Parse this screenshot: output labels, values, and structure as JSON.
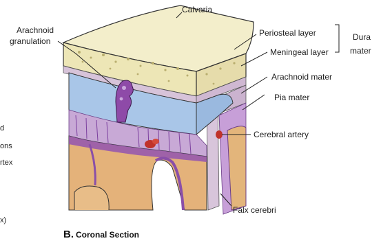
{
  "labels": {
    "calvaria": "Calvaria",
    "arachnoid_granulation_line1": "Arachnoid",
    "arachnoid_granulation_line2": "granulation",
    "periosteal_layer": "Periosteal layer",
    "meningeal_layer": "Meningeal layer",
    "dura_line1": "Dura",
    "dura_line2": "mater",
    "arachnoid_mater": "Arachnoid mater",
    "pia_mater": "Pia mater",
    "cerebral_artery": "Cerebral artery",
    "falx_cerebri": "Falx cerebri"
  },
  "caption": {
    "letter": "B.",
    "text": "Coronal Section"
  },
  "left_margin_fragments": {
    "frag1": "d",
    "frag2": "ons",
    "frag3": "rtex",
    "frag4": "x)"
  },
  "colors": {
    "bone": "#f1ecc3",
    "bone_dots": "#c8bf86",
    "dura": "#d9c9dc",
    "sinus": "#a9c6e6",
    "brain": "#e2b277",
    "pia": "#8a4fa8",
    "artery": "#c0332a"
  }
}
